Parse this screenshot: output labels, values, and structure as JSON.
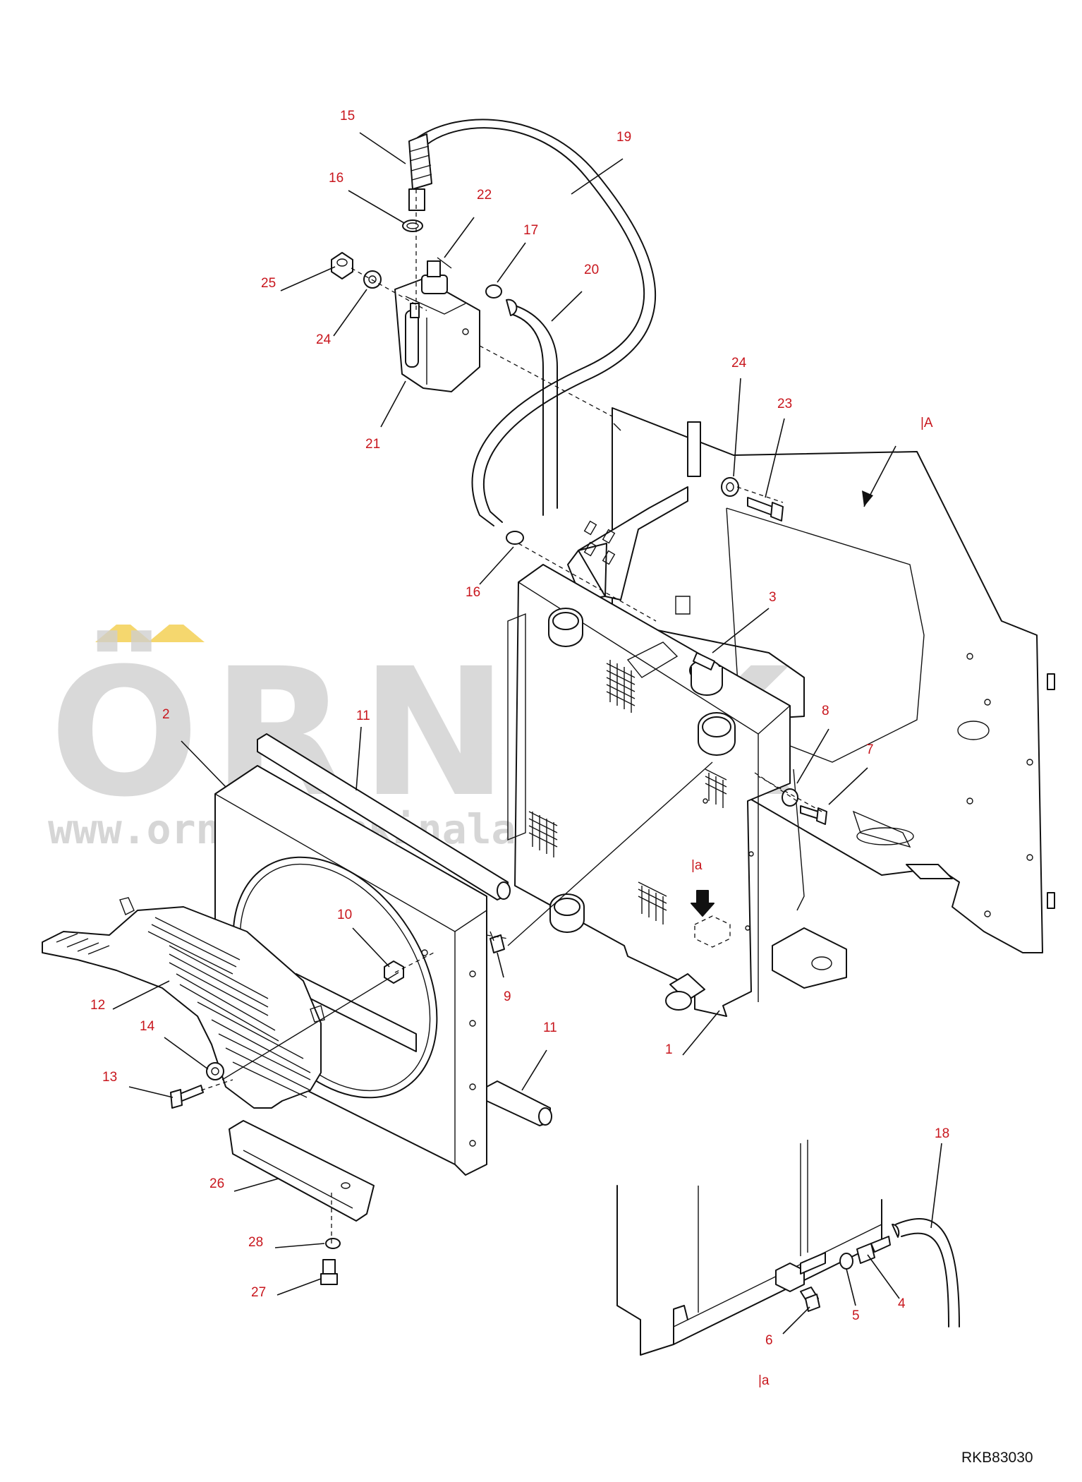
{
  "watermark": {
    "brand": "ÖRNEK",
    "url": "www.ornekismakinalari.com.tr",
    "accent_color": "#f5d76e"
  },
  "drawing_number": "RKB83030",
  "reference_marks": {
    "view_a_upper": "|A",
    "view_a_lower": "|a",
    "view_a_detail": "|a"
  },
  "callouts": {
    "c1": "1",
    "c2": "2",
    "c3": "3",
    "c4": "4",
    "c5": "5",
    "c6": "6",
    "c7": "7",
    "c8": "8",
    "c9": "9",
    "c10": "10",
    "c11a": "11",
    "c11b": "11",
    "c12": "12",
    "c13": "13",
    "c14": "14",
    "c15": "15",
    "c16a": "16",
    "c16b": "16",
    "c17": "17",
    "c18": "18",
    "c19": "19",
    "c20": "20",
    "c21": "21",
    "c22": "22",
    "c23": "23",
    "c24a": "24",
    "c24b": "24",
    "c25": "25",
    "c26": "26",
    "c27": "27",
    "c28": "28"
  },
  "colors": {
    "callout": "#c8161d",
    "line": "#111111",
    "watermark": "#cfcfcf"
  }
}
